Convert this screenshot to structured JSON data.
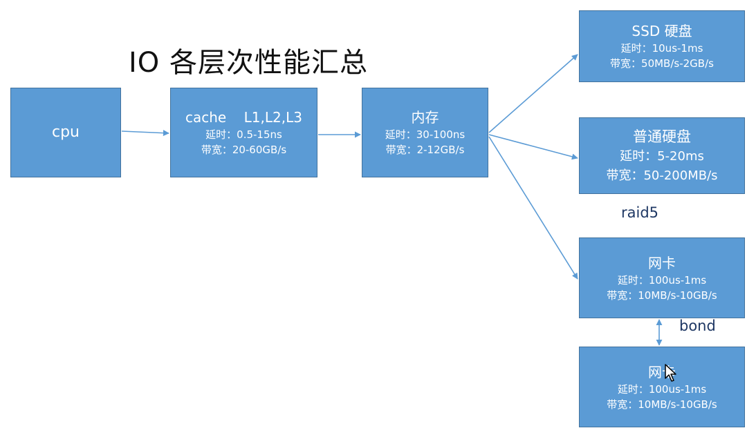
{
  "title": "IO 各层次性能汇总",
  "nodes": {
    "cpu": {
      "name": "cpu"
    },
    "cache": {
      "name": "cache    L1,L2,L3",
      "latency": "延时：0.5-15ns",
      "bandwidth": "带宽：20-60GB/s"
    },
    "mem": {
      "name": "内存",
      "latency": "延时：30-100ns",
      "bandwidth": "带宽：2-12GB/s"
    },
    "ssd": {
      "name": "SSD 硬盘",
      "latency": "延时：10us-1ms",
      "bandwidth": "带宽：50MB/s-2GB/s"
    },
    "hdd": {
      "name": "普通硬盘",
      "latency": "延时：5-20ms",
      "bandwidth": "带宽：50-200MB/s"
    },
    "nic1": {
      "name": "网卡",
      "latency": "延时：100us-1ms",
      "bandwidth": "带宽：10MB/s-10GB/s"
    },
    "nic2": {
      "name": "网卡",
      "latency": "延时：100us-1ms",
      "bandwidth": "带宽：10MB/s-10GB/s"
    }
  },
  "labels": {
    "raid5": "raid5",
    "bond": "bond"
  },
  "edges": [
    {
      "from": "cpu",
      "to": "cache"
    },
    {
      "from": "cache",
      "to": "mem"
    },
    {
      "from": "mem",
      "to": "ssd"
    },
    {
      "from": "mem",
      "to": "hdd"
    },
    {
      "from": "mem",
      "to": "nic1"
    },
    {
      "from": "nic1",
      "to": "nic2",
      "bidirectional": true
    }
  ],
  "colors": {
    "box_fill": "#5b9bd5",
    "box_border": "#41719c",
    "arrow": "#5b9bd5",
    "label": "#1f3864"
  }
}
